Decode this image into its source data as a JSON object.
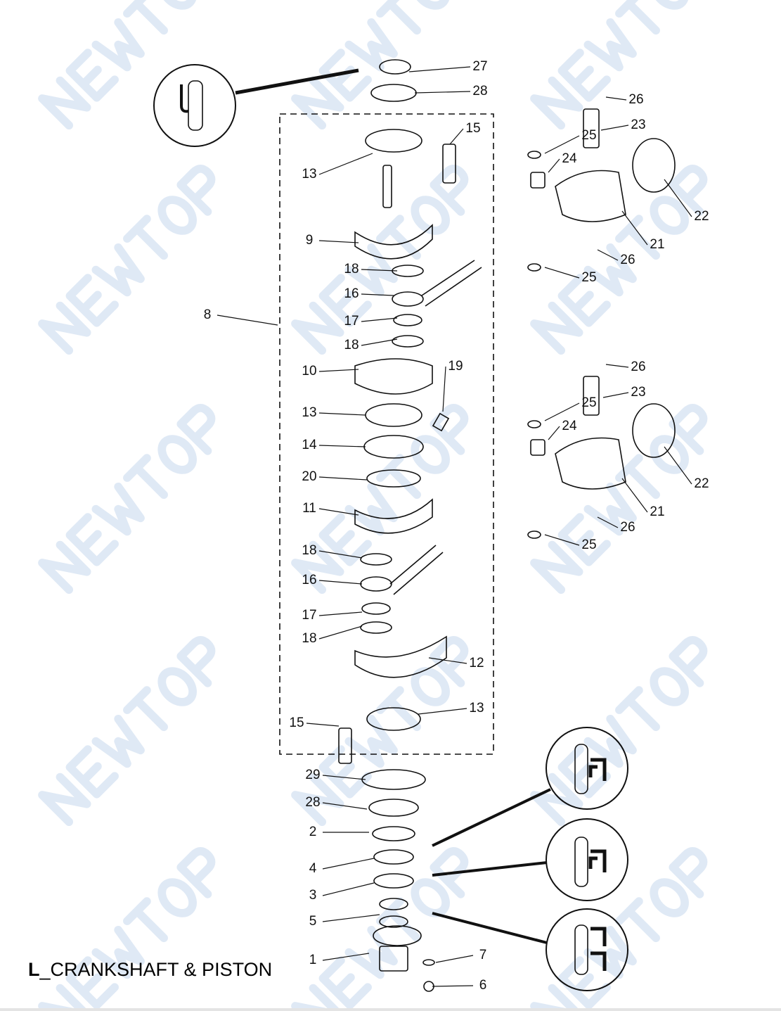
{
  "watermark": "NEWTOP",
  "title": {
    "prefix": "L",
    "text": "_CRANKSHAFT & PISTON"
  },
  "callouts": [
    "27",
    "28",
    "26",
    "15",
    "23",
    "25",
    "24",
    "13",
    "22",
    "9",
    "21",
    "26",
    "18",
    "25",
    "16",
    "8",
    "17",
    "18",
    "10",
    "19",
    "26",
    "13",
    "23",
    "25",
    "24",
    "14",
    "22",
    "20",
    "21",
    "11",
    "26",
    "25",
    "18",
    "16",
    "17",
    "18",
    "12",
    "13",
    "15",
    "29",
    "28",
    "2",
    "4",
    "3",
    "5",
    "7",
    "1",
    "6"
  ],
  "colors": {
    "line": "#111111",
    "watermark": "#dfe9f5"
  }
}
